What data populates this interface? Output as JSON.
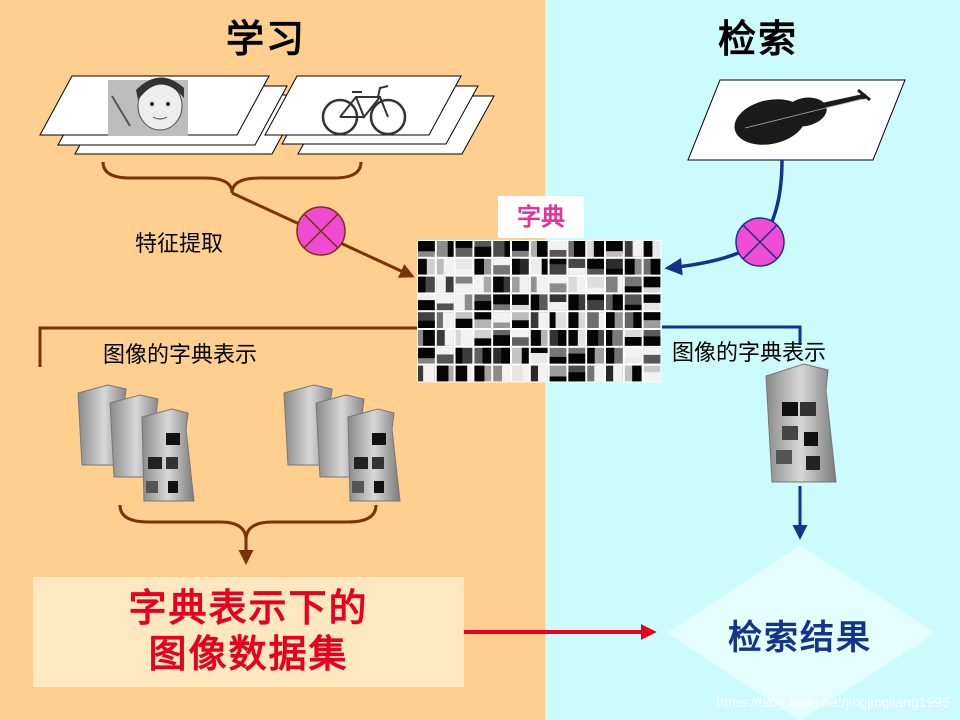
{
  "left_panel": {
    "heading": "学习",
    "color": "#fecf8e"
  },
  "right_panel": {
    "heading": "检索",
    "color": "#ccfbfc"
  },
  "labels": {
    "feature_extraction": "特征提取",
    "dictionary": "字典",
    "dict_repr_left": "图像的字典表示",
    "dict_repr_right": "图像的字典表示"
  },
  "dataset_box": {
    "line1": "字典表示下的",
    "line2": "图像数据集"
  },
  "result": {
    "text": "检索结果"
  },
  "watermark": "https://blog.csdn.net/jingjingliang1995",
  "icons": {
    "operator": "circle-times-icon",
    "portrait": "portrait-photo-icon",
    "bicycle": "bicycle-photo-icon",
    "violin": "violin-photo-icon",
    "bag": "bag-of-words-icon"
  },
  "colors": {
    "operator_fill": "#f04bd4",
    "left_arrow": "#7a3308",
    "right_arrow": "#14338a",
    "red_arrow": "#e8001f"
  }
}
